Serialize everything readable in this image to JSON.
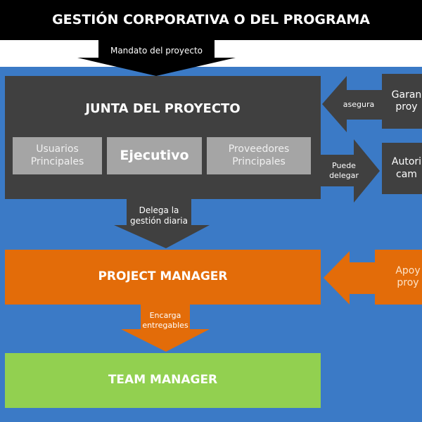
{
  "header": {
    "title": "GESTIÓN CORPORATIVA O DEL PROGRAMA"
  },
  "arrows": {
    "mandate": "Mandato del proyecto",
    "ensures": "asegura",
    "may_delegate": "Puede\ndelegar",
    "delegates_daily": "Delega la\ngestión diaria",
    "commissions": "Encarga\nentregables"
  },
  "board": {
    "title": "JUNTA DEL PROYECTO",
    "members": [
      "Usuarios\nPrincipales",
      "Ejecutivo",
      "Proveedores\nPrincipales"
    ]
  },
  "side_boxes": {
    "assurance": "Garan\nproy",
    "change_authority": "Autori\ncam",
    "support": "Apoy\nproy"
  },
  "project_manager": {
    "title": "PROJECT MANAGER"
  },
  "team_manager": {
    "title": "TEAM MANAGER"
  },
  "colors": {
    "background": "#3b7ac6",
    "board": "#404040",
    "member": "#a5a5a5",
    "project_manager": "#e36c09",
    "team_manager": "#92d050",
    "header": "#000000"
  }
}
